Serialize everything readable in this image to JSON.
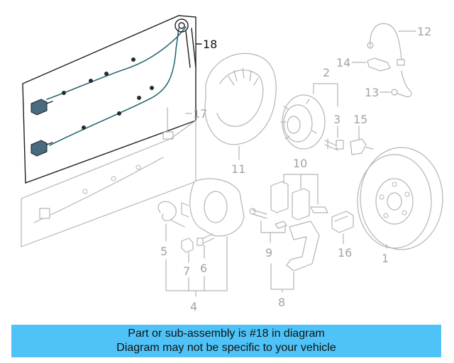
{
  "diagram": {
    "callouts": {
      "c1": "1",
      "c2": "2",
      "c3": "3",
      "c4": "4",
      "c5": "5",
      "c6": "6",
      "c7": "7",
      "c8": "8",
      "c9": "9",
      "c10": "10",
      "c11": "11",
      "c12": "12",
      "c13": "13",
      "c14": "14",
      "c15": "15",
      "c16": "16",
      "c17": "17",
      "c18": "18"
    },
    "highlighted_part": "18"
  },
  "banner": {
    "line1": "Part or sub-assembly is #18 in diagram",
    "line2": "Diagram may not be specific to your vehicle",
    "background": "#4fc3f7"
  },
  "colors": {
    "highlight": "#111111",
    "muted": "#a3a3a3",
    "wire": "#1f6d7a"
  }
}
